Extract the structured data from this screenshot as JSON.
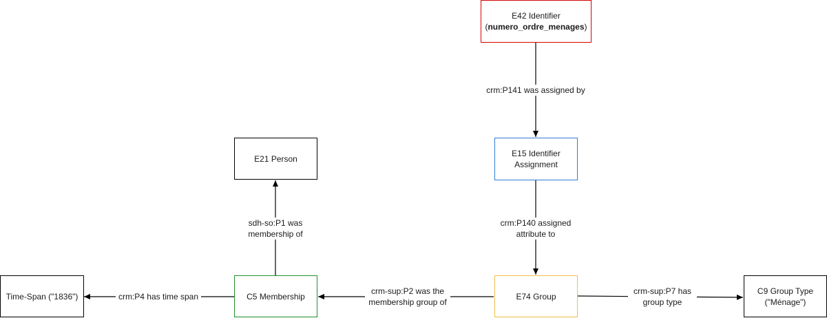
{
  "colors": {
    "red_border": "#d40000",
    "blue_border": "#2f7bd6",
    "green_border": "#1f8f2a",
    "orange_border": "#f2c04a",
    "default_border": "#000000",
    "edge": "#000000"
  },
  "nodes": {
    "e42": {
      "line1": "E42 Identifier",
      "line2_open": "(",
      "line2_bold": "numero_ordre_menages",
      "line2_close": ")"
    },
    "e15": {
      "line1": "E15 Identifier",
      "line2": "Assignment"
    },
    "e21": {
      "line1": "E21 Person"
    },
    "timespan": {
      "line1": "Time-Span (\"1836\")"
    },
    "c5": {
      "line1": "C5 Membership"
    },
    "e74": {
      "line1": "E74 Group"
    },
    "c9": {
      "line1": "C9 Group Type",
      "line2": "(\"Ménage\")"
    }
  },
  "edges": {
    "p141": {
      "line1": "crm:P141 was assigned by"
    },
    "p140": {
      "line1": "crm:P140 assigned",
      "line2": "attribute to"
    },
    "p1": {
      "line1": "sdh-so:P1 was",
      "line2": "membership of"
    },
    "p2": {
      "line1": "crm-sup:P2 was the",
      "line2": "membership group of"
    },
    "p4": {
      "line1": "crm:P4 has time span"
    },
    "p7": {
      "line1": "crm-sup:P7 has",
      "line2": "group type"
    }
  }
}
